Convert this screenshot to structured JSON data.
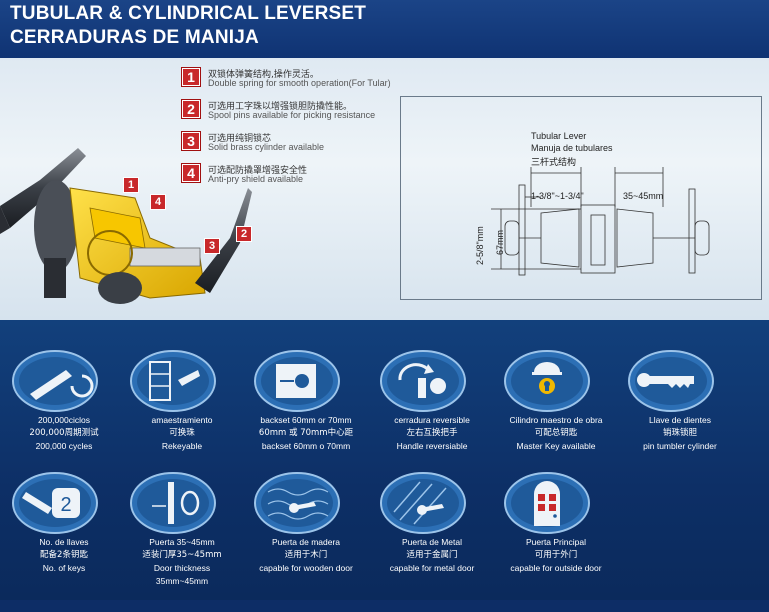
{
  "header": {
    "title_line1": "TUBULAR & CYLINDRICAL LEVERSET",
    "title_line2": "CERRADURAS DE MANIJA"
  },
  "features": [
    {
      "num": "1",
      "zh": "双锁体弹簧结构,操作灵活。",
      "en": "Double spring for smooth operation(For Tular)"
    },
    {
      "num": "2",
      "zh": "可选用工字珠以增强锁胆防撬性能。",
      "en": "Spool pins available for picking resistance"
    },
    {
      "num": "3",
      "zh": "可选用纯铜锁芯",
      "en": "Solid brass cylinder available"
    },
    {
      "num": "4",
      "zh": "可选配防撬罩增强安全性",
      "en": "Anti-pry shield available"
    }
  ],
  "callouts": [
    "1",
    "4",
    "3",
    "2"
  ],
  "drawing": {
    "title_en": "Tubular Lever",
    "title_es": "Manuja de tubulares",
    "title_zh": "三杆式结构",
    "dim_backset": "1-3/8\"~1-3/4\"",
    "dim_thickness": "35~45mm",
    "dim_height_in": "2-5/8\"mm",
    "dim_height_mm": "67mm"
  },
  "icons_row1": [
    {
      "icon": "key-in-lock-icon",
      "lines": [
        "200,000ciclos",
        "200,000周期测试",
        "200,000 cycles"
      ]
    },
    {
      "icon": "rekey-tool-icon",
      "lines": [
        "amaestramiento",
        "可换珠",
        "Rekeyable"
      ]
    },
    {
      "icon": "backset-latch-icon",
      "lines": [
        "backset 60mm or 70mm",
        "60mm 或 70mm中心距",
        "backset 60mm o 70mm"
      ]
    },
    {
      "icon": "reversible-handle-icon",
      "lines": [
        "cerradura reversible",
        "左右互换把手",
        "Handle reversiable"
      ]
    },
    {
      "icon": "master-key-icon",
      "lines": [
        "Cilindro maestro de obra",
        "可配总钥匙",
        "Master Key available"
      ]
    },
    {
      "icon": "pin-tumbler-key-icon",
      "lines": [
        "Llave de dientes",
        "销珠锁胆",
        "pin tumbler cylinder"
      ]
    }
  ],
  "icons_row2": [
    {
      "icon": "two-keys-icon",
      "lines": [
        "No. de llaves",
        "配备2条钥匙",
        "No. of keys"
      ]
    },
    {
      "icon": "door-thickness-icon",
      "lines": [
        "Puerta 35~45mm",
        "适装门厚35~45mm",
        "Door thickness",
        "35mm~45mm"
      ]
    },
    {
      "icon": "wooden-door-icon",
      "lines": [
        "Puerta de madera",
        "适用于木门",
        "capable for wooden door"
      ]
    },
    {
      "icon": "metal-door-icon",
      "lines": [
        "Puerta de Metal",
        "适用于金属门",
        "capable for metal door"
      ]
    },
    {
      "icon": "outside-door-icon",
      "lines": [
        "Puerta Principal",
        "可用于外门",
        "capable for outside door"
      ]
    }
  ]
}
